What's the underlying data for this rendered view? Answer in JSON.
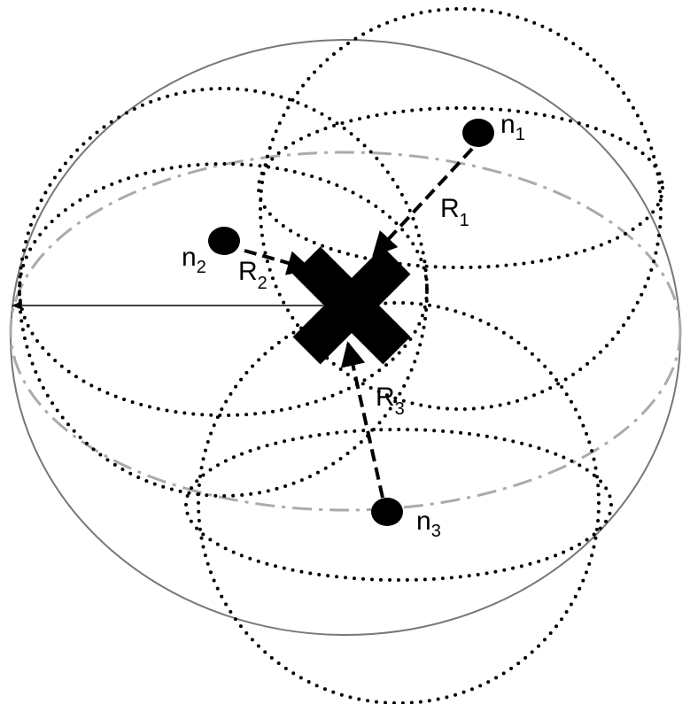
{
  "nodes": [
    {
      "name": "n",
      "sub": "1"
    },
    {
      "name": "n",
      "sub": "2"
    },
    {
      "name": "n",
      "sub": "3"
    }
  ],
  "ranges": [
    {
      "name": "R",
      "sub": "1"
    },
    {
      "name": "R",
      "sub": "2"
    },
    {
      "name": "R",
      "sub": "3"
    }
  ],
  "colors": {
    "outer_sphere": "#777777",
    "equator": "#aaaaaa",
    "dotted": "#000000"
  }
}
